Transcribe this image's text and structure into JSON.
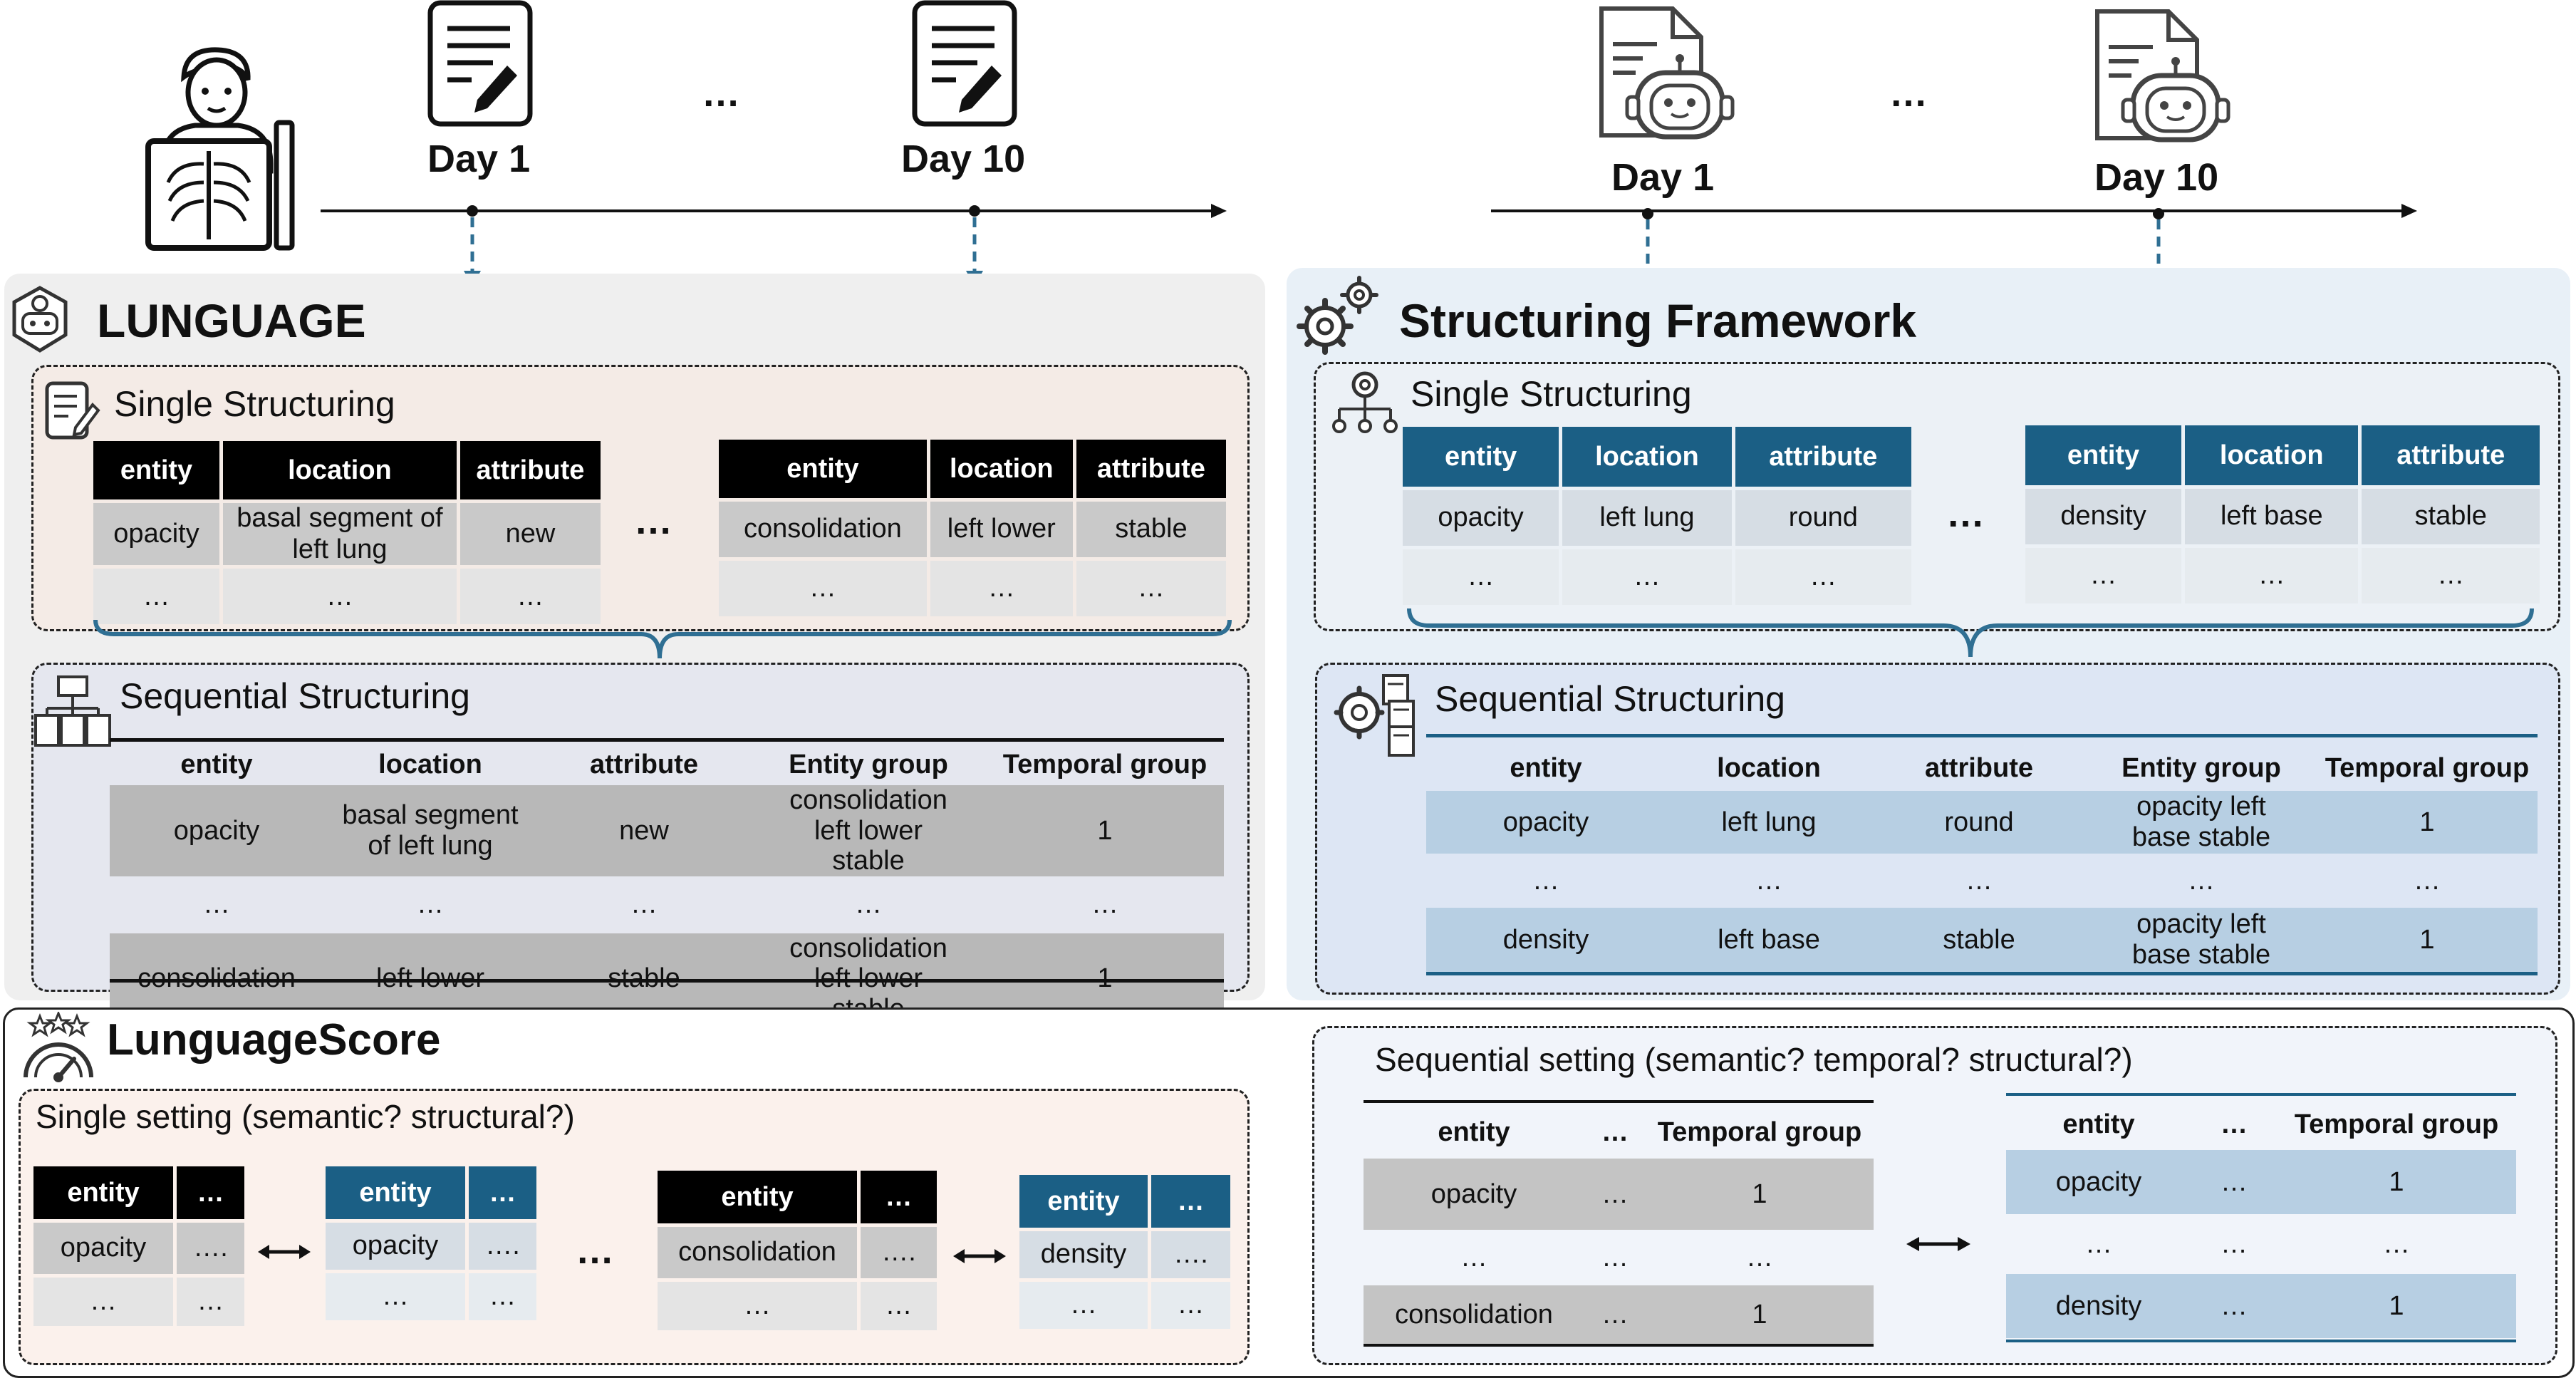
{
  "timeline_left": {
    "day_first": "Day 1",
    "day_last": "Day 10",
    "ellipsis": "…"
  },
  "timeline_right": {
    "day_first": "Day 1",
    "day_last": "Day 10",
    "ellipsis": "…"
  },
  "lunguage": {
    "title": "LUNGUAGE",
    "single": {
      "label": "Single Structuring",
      "headers": [
        "entity",
        "location",
        "attribute"
      ],
      "table_day1": [
        [
          "opacity",
          "basal segment of left lung",
          "new"
        ],
        [
          "…",
          "…",
          "…"
        ]
      ],
      "table_day10": [
        [
          "consolidation",
          "left lower",
          "stable"
        ],
        [
          "…",
          "…",
          "…"
        ]
      ],
      "between": "…"
    },
    "sequential": {
      "label": "Sequential Structuring",
      "headers": [
        "entity",
        "location",
        "attribute",
        "Entity group",
        "Temporal group"
      ],
      "rows": [
        [
          "opacity",
          "basal segment of left lung",
          "new",
          "consolidation left lower stable",
          "1"
        ],
        [
          "…",
          "…",
          "…",
          "…",
          "…"
        ],
        [
          "consolidation",
          "left lower",
          "stable",
          "consolidation left lower stable",
          "1"
        ]
      ]
    }
  },
  "framework": {
    "title": "Structuring Framework",
    "single": {
      "label": "Single Structuring",
      "headers": [
        "entity",
        "location",
        "attribute"
      ],
      "table_day1": [
        [
          "opacity",
          "left lung",
          "round"
        ],
        [
          "…",
          "…",
          "…"
        ]
      ],
      "table_day10": [
        [
          "density",
          "left base",
          "stable"
        ],
        [
          "…",
          "…",
          "…"
        ]
      ],
      "between": "…"
    },
    "sequential": {
      "label": "Sequential Structuring",
      "headers": [
        "entity",
        "location",
        "attribute",
        "Entity group",
        "Temporal group"
      ],
      "rows": [
        [
          "opacity",
          "left lung",
          "round",
          "opacity left base stable",
          "1"
        ],
        [
          "…",
          "…",
          "…",
          "…",
          "…"
        ],
        [
          "density",
          "left base",
          "stable",
          "opacity left base stable",
          "1"
        ]
      ]
    }
  },
  "score": {
    "title": "LunguageScore",
    "single_setting": {
      "label": "Single setting (semantic? structural?)",
      "pairs": [
        {
          "left": {
            "headers": [
              "entity",
              "…"
            ],
            "rows": [
              [
                "opacity",
                "…."
              ],
              [
                "…",
                "…"
              ]
            ]
          },
          "right": {
            "headers": [
              "entity",
              "…"
            ],
            "rows": [
              [
                "opacity",
                "…."
              ],
              [
                "…",
                "…"
              ]
            ]
          }
        },
        {
          "left": {
            "headers": [
              "entity",
              "…"
            ],
            "rows": [
              [
                "consolidation",
                "…."
              ],
              [
                "…",
                "…"
              ]
            ]
          },
          "right": {
            "headers": [
              "entity",
              "…"
            ],
            "rows": [
              [
                "density",
                "…."
              ],
              [
                "…",
                "…"
              ]
            ]
          }
        }
      ],
      "between": "…"
    },
    "sequential_setting": {
      "label": "Sequential setting (semantic? temporal? structural?)",
      "left": {
        "headers": [
          "entity",
          "…",
          "Temporal group"
        ],
        "rows": [
          [
            "opacity",
            "…",
            "1"
          ],
          [
            "…",
            "…",
            "…"
          ],
          [
            "consolidation",
            "…",
            "1"
          ]
        ]
      },
      "right": {
        "headers": [
          "entity",
          "…",
          "Temporal group"
        ],
        "rows": [
          [
            "opacity",
            "…",
            "1"
          ],
          [
            "…",
            "…",
            "…"
          ],
          [
            "density",
            "…",
            "1"
          ]
        ]
      }
    }
  },
  "colors": {
    "black_header": "#000000",
    "blue_header": "#1b5f85",
    "lunguage_panel": "#efefef",
    "framework_panel": "#e8f0f7",
    "arrow_blue": "#2f6f93"
  },
  "icons": [
    "radiologist-xray-icon",
    "report-pen-icon",
    "report-robot-icon",
    "chatbot-gear-icon",
    "gears-icon",
    "note-pen-icon",
    "hierarchy-gear-icon",
    "table-hierarchy-icon",
    "documents-gear-icon",
    "gauge-stars-icon",
    "double-arrow-icon"
  ]
}
